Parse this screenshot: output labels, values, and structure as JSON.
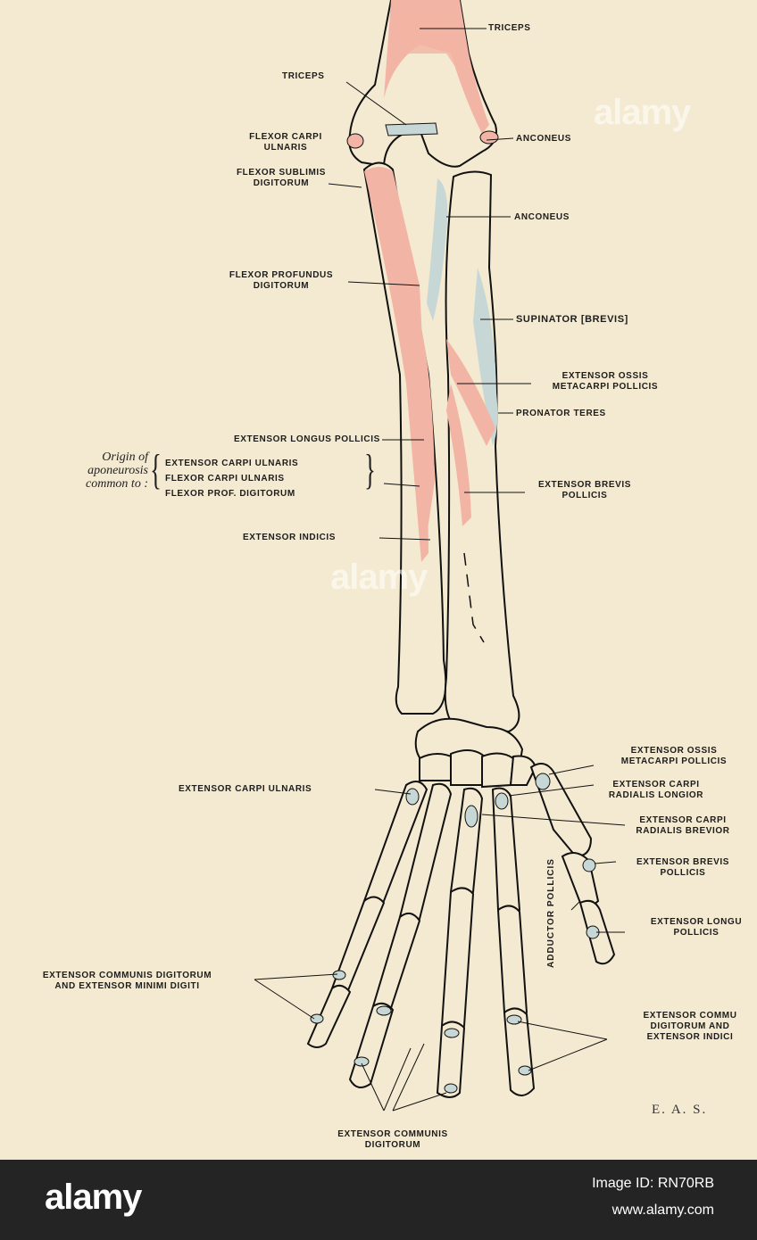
{
  "colors": {
    "paper": "#f4ead1",
    "muscle": "#f2b4a4",
    "tendon": "#c7d7d6",
    "bone_line": "#111111",
    "footer_bg": "#242424"
  },
  "labels": {
    "triceps_top": "TRICEPS",
    "triceps_left": "TRICEPS",
    "flexor_carpi_ulnaris_1": "FLEXOR CARPI",
    "flexor_carpi_ulnaris_2": "ULNARIS",
    "flexor_sublimis_1": "FLEXOR SUBLIMIS",
    "flexor_sublimis_2": "DIGITORUM",
    "anconeus_1": "ANCONEUS",
    "anconeus_2": "ANCONEUS",
    "flexor_profundus_1": "FLEXOR PROFUNDUS",
    "flexor_profundus_2": "DIGITORUM",
    "supinator": "SUPINATOR [BREVIS]",
    "ext_ossis_1": "EXTENSOR OSSIS",
    "ext_ossis_2": "METACARPI POLLICIS",
    "pronator_teres": "PRONATOR TERES",
    "ext_longus_pollicis": "EXTENSOR LONGUS POLLICIS",
    "origin_1": "Origin of",
    "origin_2": "aponeurosis",
    "origin_3": "common to :",
    "apo_1": "EXTENSOR CARPI ULNARIS",
    "apo_2": "FLEXOR CARPI ULNARIS",
    "apo_3": "FLEXOR PROF. DIGITORUM",
    "ext_brevis_pollicis_1": "EXTENSOR BREVIS",
    "ext_brevis_pollicis_2": "POLLICIS",
    "ext_indicis": "EXTENSOR INDICIS",
    "hand_ext_ossis_1": "EXTENSOR OSSIS",
    "hand_ext_ossis_2": "METACARPI POLLICIS",
    "ext_carpi_ulnaris_hand": "EXTENSOR CARPI ULNARIS",
    "ecr_longior_1": "EXTENSOR CARPI",
    "ecr_longior_2": "RADIALIS LONGIOR",
    "ecr_brevior_1": "EXTENSOR CARPI",
    "ecr_brevior_2": "RADIALIS BREVIOR",
    "hand_ext_brevis_1": "EXTENSOR BREVIS",
    "hand_ext_brevis_2": "POLLICIS",
    "adductor_pollicis": "ADDUCTOR POLLICIS",
    "ext_longu_1": "EXTENSOR LONGU",
    "ext_longu_2": "POLLICIS",
    "ext_communis_minimi_1": "EXTENSOR COMMUNIS DIGITORUM",
    "ext_communis_minimi_2": "AND EXTENSOR MINIMI DIGITI",
    "ext_commu_indici_1": "EXTENSOR COMMU",
    "ext_commu_indici_2": "DIGITORUM AND",
    "ext_commu_indici_3": "EXTENSOR INDICI",
    "ext_communis_bottom_1": "EXTENSOR COMMUNIS",
    "ext_communis_bottom_2": "DIGITORUM",
    "initials": "E. A. S."
  },
  "watermark": "alamy",
  "footer": {
    "logo": "alamy",
    "image_id": "Image ID: RN70RB",
    "site": "www.alamy.com"
  }
}
